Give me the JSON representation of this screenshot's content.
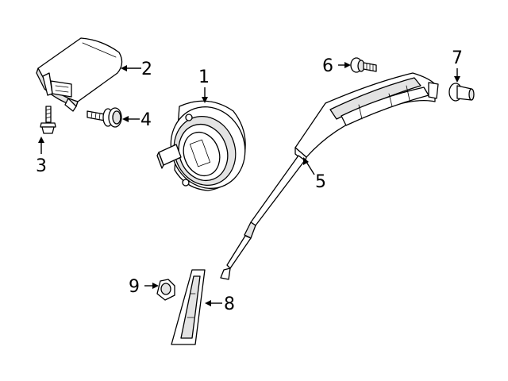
{
  "callouts": [
    {
      "id": "1",
      "label": "1"
    },
    {
      "id": "2",
      "label": "2"
    },
    {
      "id": "3",
      "label": "3"
    },
    {
      "id": "4",
      "label": "4"
    },
    {
      "id": "5",
      "label": "5"
    },
    {
      "id": "6",
      "label": "6"
    },
    {
      "id": "7",
      "label": "7"
    },
    {
      "id": "8",
      "label": "8"
    },
    {
      "id": "9",
      "label": "9"
    }
  ],
  "colors": {
    "line": "#000000",
    "background": "#ffffff",
    "shade": "#e3e3e3"
  }
}
